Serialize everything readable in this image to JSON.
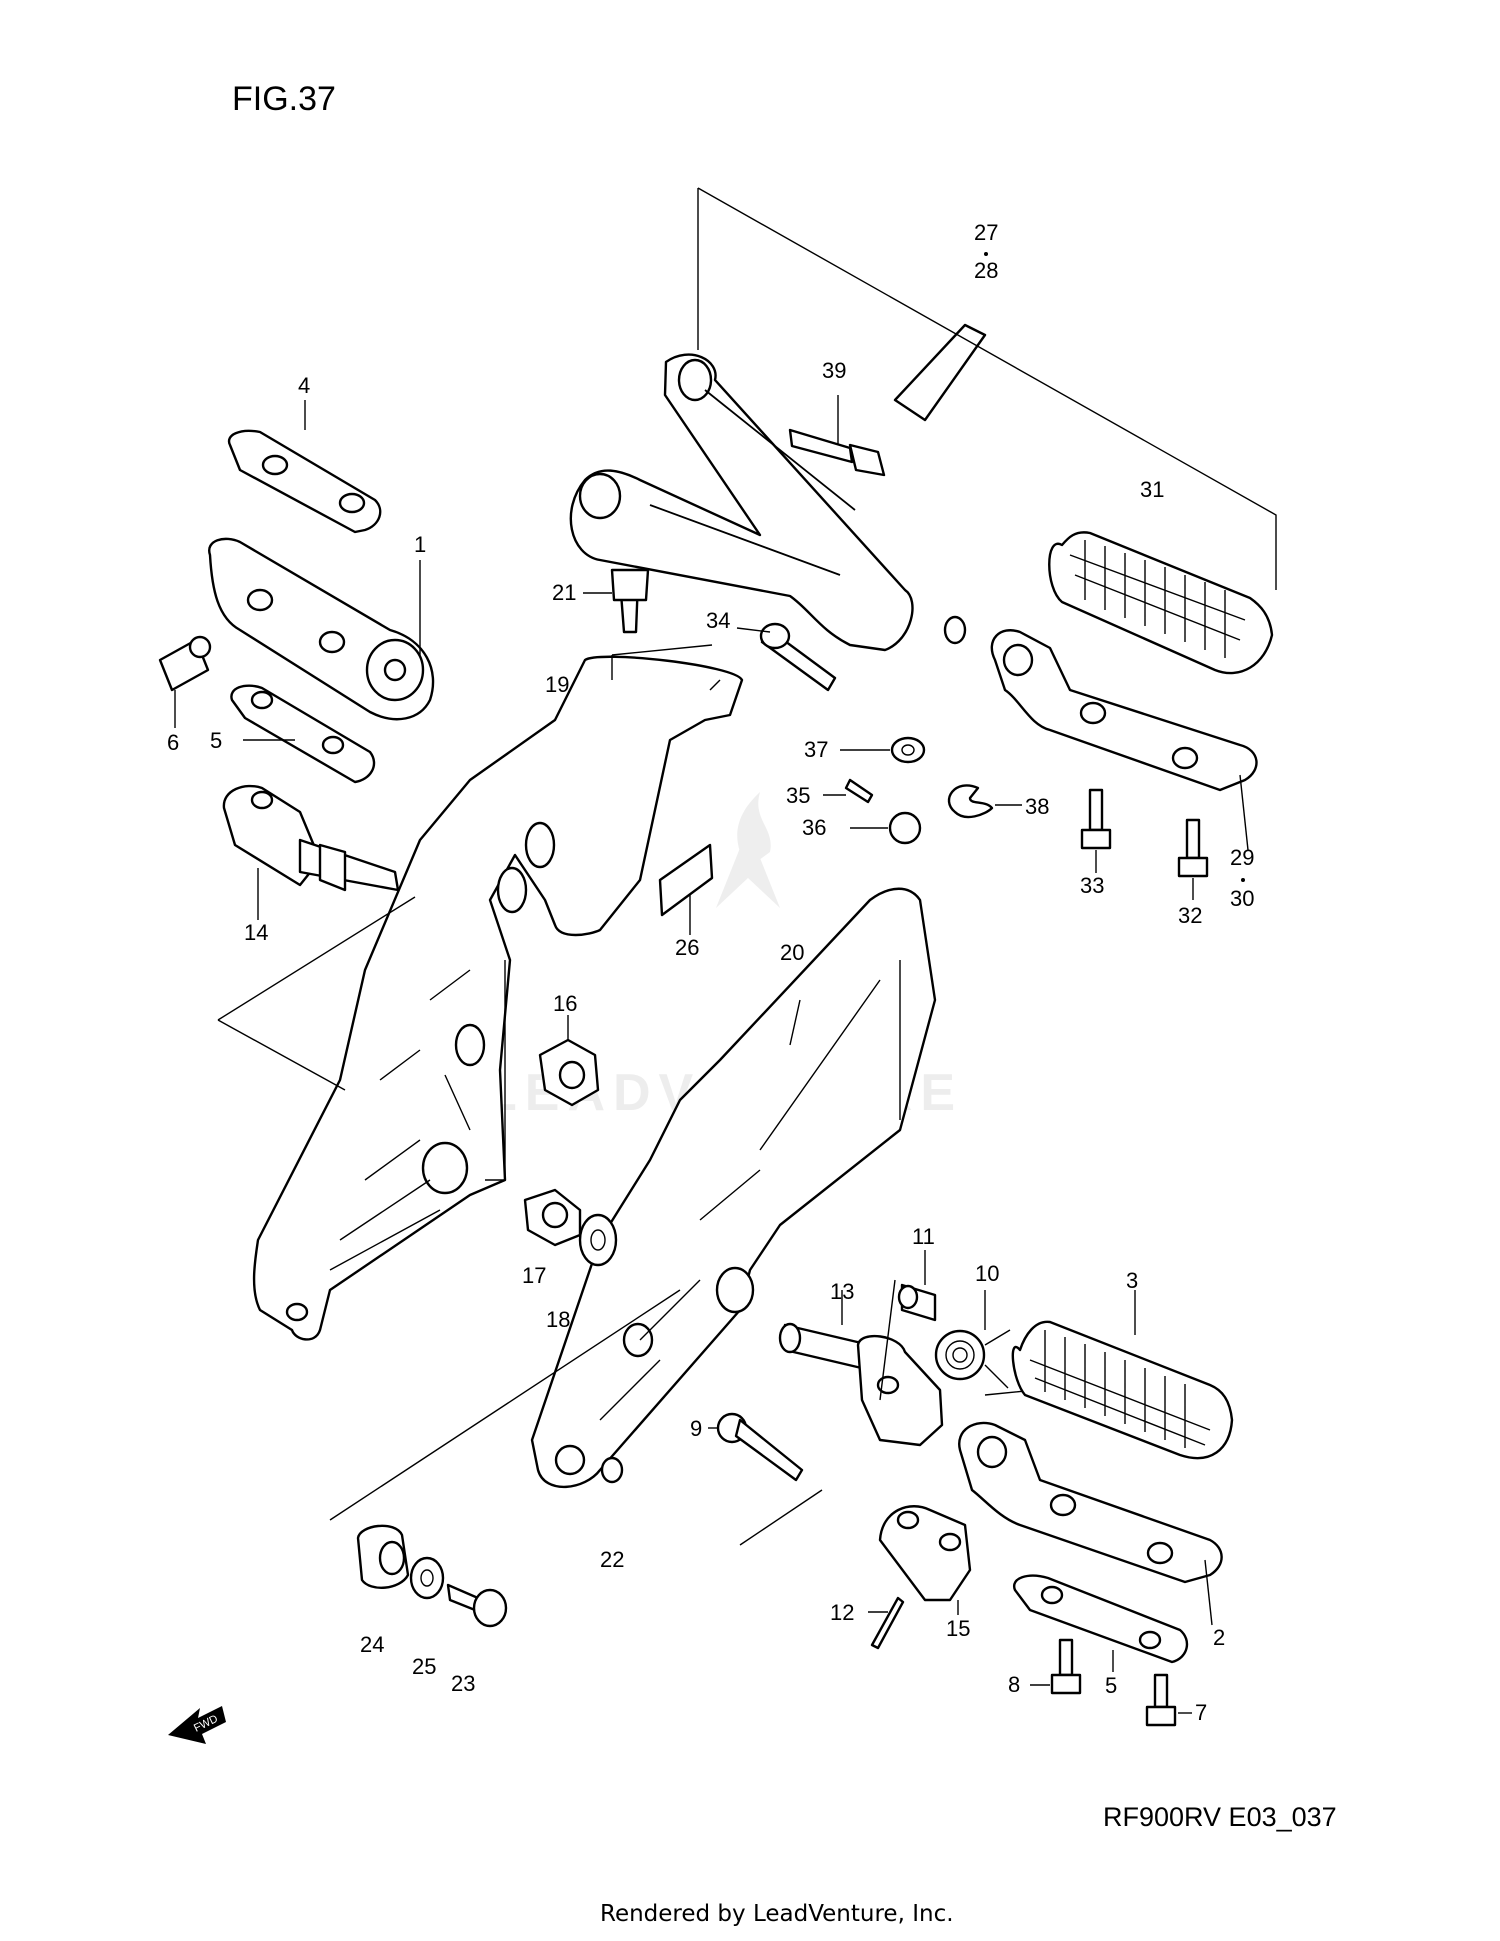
{
  "figure": {
    "title": "FIG.37",
    "code": "RF900RV E03_037",
    "footer": "Rendered by LeadVenture, Inc.",
    "watermark": "LEADVENTURE",
    "fwd_label": "FWD"
  },
  "callouts": {
    "c1": "1",
    "c2": "2",
    "c3": "3",
    "c4": "4",
    "c5a": "5",
    "c5b": "5",
    "c6": "6",
    "c7": "7",
    "c8": "8",
    "c9": "9",
    "c10": "10",
    "c11": "11",
    "c12": "12",
    "c13": "13",
    "c14": "14",
    "c15": "15",
    "c16": "16",
    "c17": "17",
    "c18": "18",
    "c19": "19",
    "c20": "20",
    "c21": "21",
    "c22": "22",
    "c23": "23",
    "c24": "24",
    "c25": "25",
    "c26": "26",
    "c27": "27",
    "c28": "28",
    "c29": "29",
    "c30": "30",
    "c31": "31",
    "c32": "32",
    "c33": "33",
    "c34": "34",
    "c35": "35",
    "c36": "36",
    "c37": "37",
    "c38": "38",
    "c39": "39"
  },
  "colors": {
    "line": "#000000",
    "watermark": "#d9d9d9",
    "background": "#ffffff"
  }
}
